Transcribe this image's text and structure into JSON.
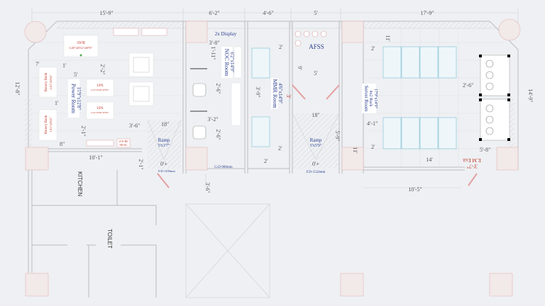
{
  "dimensions": {
    "top": [
      "15'-9\"",
      "6'-2\"",
      "4'-6\"",
      "5'",
      "17'-9\""
    ],
    "left_height": "12'-8\"",
    "right_height": "14'-9\""
  },
  "power_room": {
    "name": "Power Room",
    "size": "15'9\"x12'8\"",
    "avr": {
      "title": "AVR",
      "spec": "L48\"xD32\"xH70\""
    },
    "battery_bank": {
      "title": "Battery Bank",
      "spec": "L43\"xD34\""
    },
    "ups": {
      "title": "UPS",
      "spec": "L24\"xD36\"xH79\""
    },
    "dims": [
      "7'",
      "1'",
      "5'",
      "2'-2\"",
      "1'",
      "2'-1\"",
      "3'-6\"",
      "18\"",
      "8\"",
      "10'-1\"",
      "2'-1\""
    ],
    "seal": [
      "21X-R0",
      "SEAL"
    ]
  },
  "ramp_left": {
    "name": "Ramp",
    "size": "5'x3'7\"",
    "level": "0'+",
    "door": "F.D-1100mm"
  },
  "noc_room": {
    "name": "NOC Room",
    "size": "6'2\"x14'9\"",
    "display": "2x Display",
    "dims": [
      "3'-8\"",
      "1'-11\"",
      "2'-6\"",
      "3'-2\"",
      "2'-6\""
    ],
    "door": "G.D-900mm",
    "corridor": "3'-6\""
  },
  "mmr_room": {
    "name": "MMR Room",
    "size": "4'6\"x14'9\"",
    "dims": [
      "3'-9\"",
      "2'",
      "2'",
      "2'"
    ]
  },
  "afss": {
    "name": "AFSS",
    "dims": [
      "5'",
      "9'",
      "3'"
    ]
  },
  "ramp_right": {
    "name": "Ramp",
    "size": "5'x5'9\"",
    "top": "18\"",
    "side": "5'-9\"",
    "level": "0'+",
    "door": "F.D-1524mm"
  },
  "server_room": {
    "name": "Server Room",
    "racks": "4x2 Rack",
    "size": "17'9\"x14'9\"",
    "dims": [
      "2'",
      "11'",
      "2'-6\"",
      "4'-1\"",
      "2'",
      "14'",
      "10'-5\"",
      "5'-8\"",
      "11'"
    ],
    "exit_size": "3'-7\"",
    "exit": "E.M Exit"
  },
  "lower": {
    "kitchen": "KITCHEN",
    "toilet": "TOILET"
  }
}
